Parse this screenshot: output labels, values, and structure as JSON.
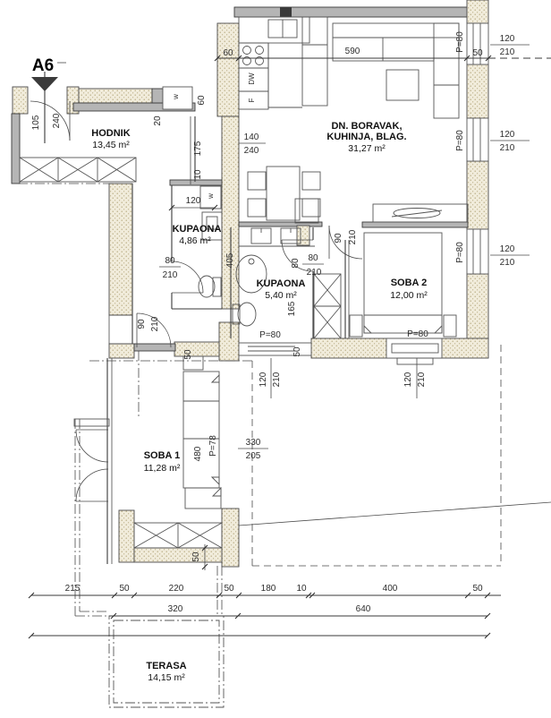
{
  "marker": {
    "label": "A6"
  },
  "rooms": {
    "hodnik": {
      "name": "HODNIK",
      "area": "13,45 m²"
    },
    "boravak": {
      "name1": "DN. BORAVAK,",
      "name2": "KUHINJA, BLAG.",
      "area": "31,27 m²"
    },
    "kupaona1": {
      "name": "KUPAONA",
      "area": "4,86 m²"
    },
    "kupaona2": {
      "name": "KUPAONA",
      "area": "5,40 m²"
    },
    "soba2": {
      "name": "SOBA 2",
      "area": "12,00 m²"
    },
    "soba1": {
      "name": "SOBA 1",
      "area": "11,28 m²"
    },
    "terasa": {
      "name": "TERASA",
      "area": "14,15 m²"
    }
  },
  "appliances": {
    "dw": "DW",
    "f": "F",
    "w_niche": "w",
    "w_bath": "w"
  },
  "dims": {
    "kitchen_col": "60",
    "living_w": "590",
    "top_wall": "50",
    "rw1_p": "P=80",
    "rw1_w": "120",
    "rw1_h": "210",
    "rw2_p": "P=80",
    "rw2_w": "120",
    "rw2_h": "210",
    "rw3_p": "P=80",
    "rw3_w": "120",
    "rw3_h": "210",
    "entry_w": "105",
    "entry_h": "240",
    "d20": "20",
    "d60b": "60",
    "d175": "175",
    "d10": "10",
    "d140": "140",
    "d240": "240",
    "bath1_w": "120",
    "bath1door_w": "80",
    "bath1door_h": "210",
    "d405": "405",
    "soba1door_w": "90",
    "soba1door_h": "210",
    "soba2door_w": "90",
    "soba2door_h": "210",
    "bath2door_a": "80",
    "bath2door_w": "80",
    "bath2door_h": "210",
    "d165": "165",
    "bwin_p": "P=80",
    "s1w_50l": "50",
    "s1w_50r": "50",
    "s1win_w": "120",
    "s1win_h": "210",
    "s2win_p": "P=80",
    "s2win_w": "120",
    "s2win_h": "210",
    "d480": "480",
    "p78": "P=78",
    "d330": "330",
    "d205": "205",
    "d50ward": "50",
    "row1": [
      "215",
      "50",
      "220",
      "50",
      "180",
      "10",
      "400",
      "50"
    ],
    "row2": [
      "320",
      "640"
    ]
  }
}
